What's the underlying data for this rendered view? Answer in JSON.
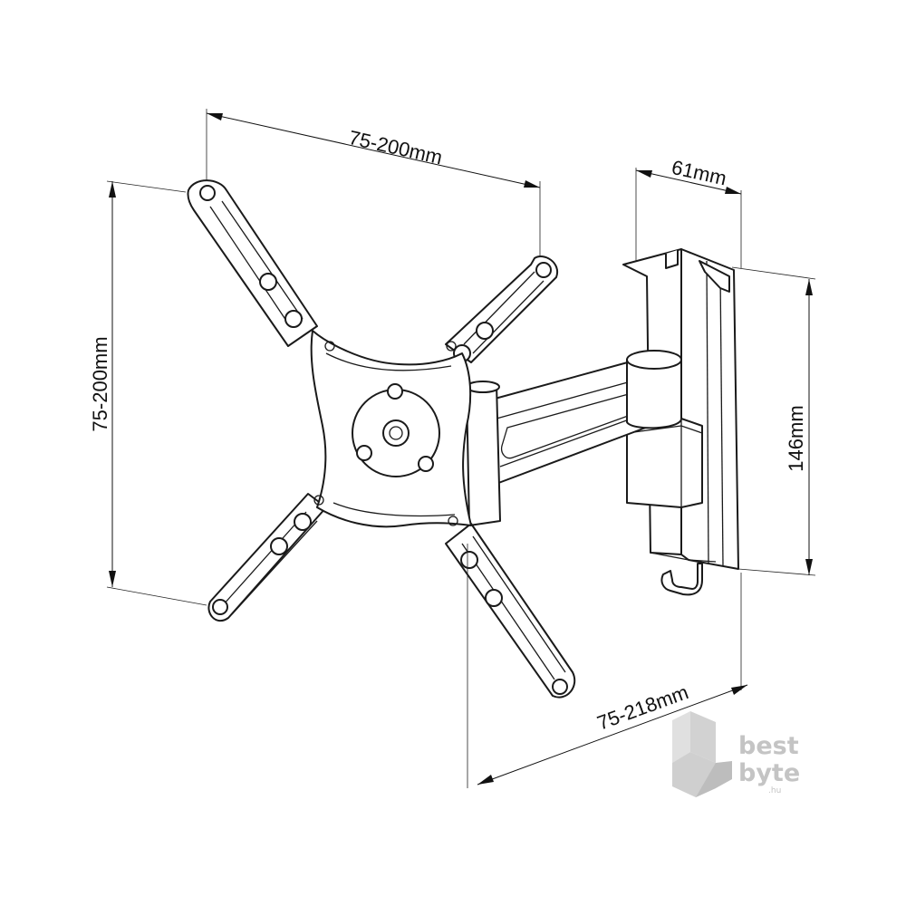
{
  "dimensions": {
    "top_width": "75-200mm",
    "left_height": "75-200mm",
    "depth": "61mm",
    "wall_plate_height": "146mm",
    "extension": "75-218mm"
  },
  "watermark": {
    "line1": "best",
    "line2": "byte",
    "suffix": ".hu"
  },
  "colors": {
    "line": "#1a1a1a",
    "watermark": "#c4c4c4"
  }
}
